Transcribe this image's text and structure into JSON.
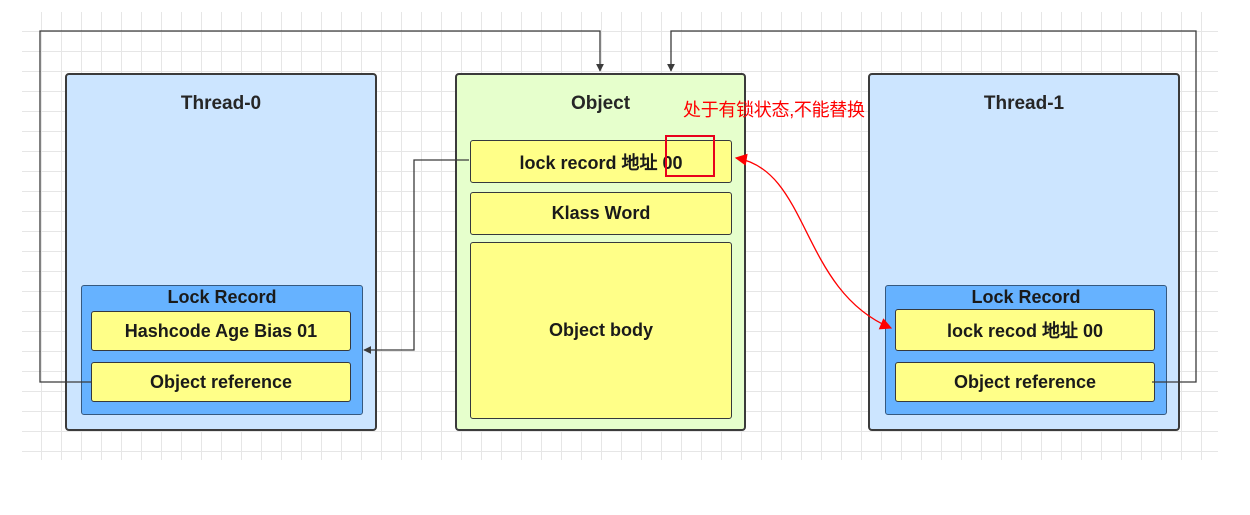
{
  "diagram": {
    "thread0": {
      "title": "Thread-0",
      "lock_record": {
        "title": "Lock Record",
        "fields": [
          "Hashcode Age Bias 01",
          "Object reference"
        ]
      }
    },
    "object": {
      "title": "Object",
      "fields": [
        "lock  record 地址 00",
        "Klass Word",
        "Object body"
      ]
    },
    "thread1": {
      "title": "Thread-1",
      "lock_record": {
        "title": "Lock Record",
        "fields": [
          "lock recod 地址 00",
          "Object reference"
        ]
      }
    },
    "annotation": "处于有锁状态,不能替换",
    "colors": {
      "thread_panel": "#cce5ff",
      "object_panel": "#e6ffcc",
      "lock_record": "#66b2ff",
      "field": "#ffff88",
      "connector": "#3b3b3b",
      "annotation": "#ff0000"
    }
  }
}
